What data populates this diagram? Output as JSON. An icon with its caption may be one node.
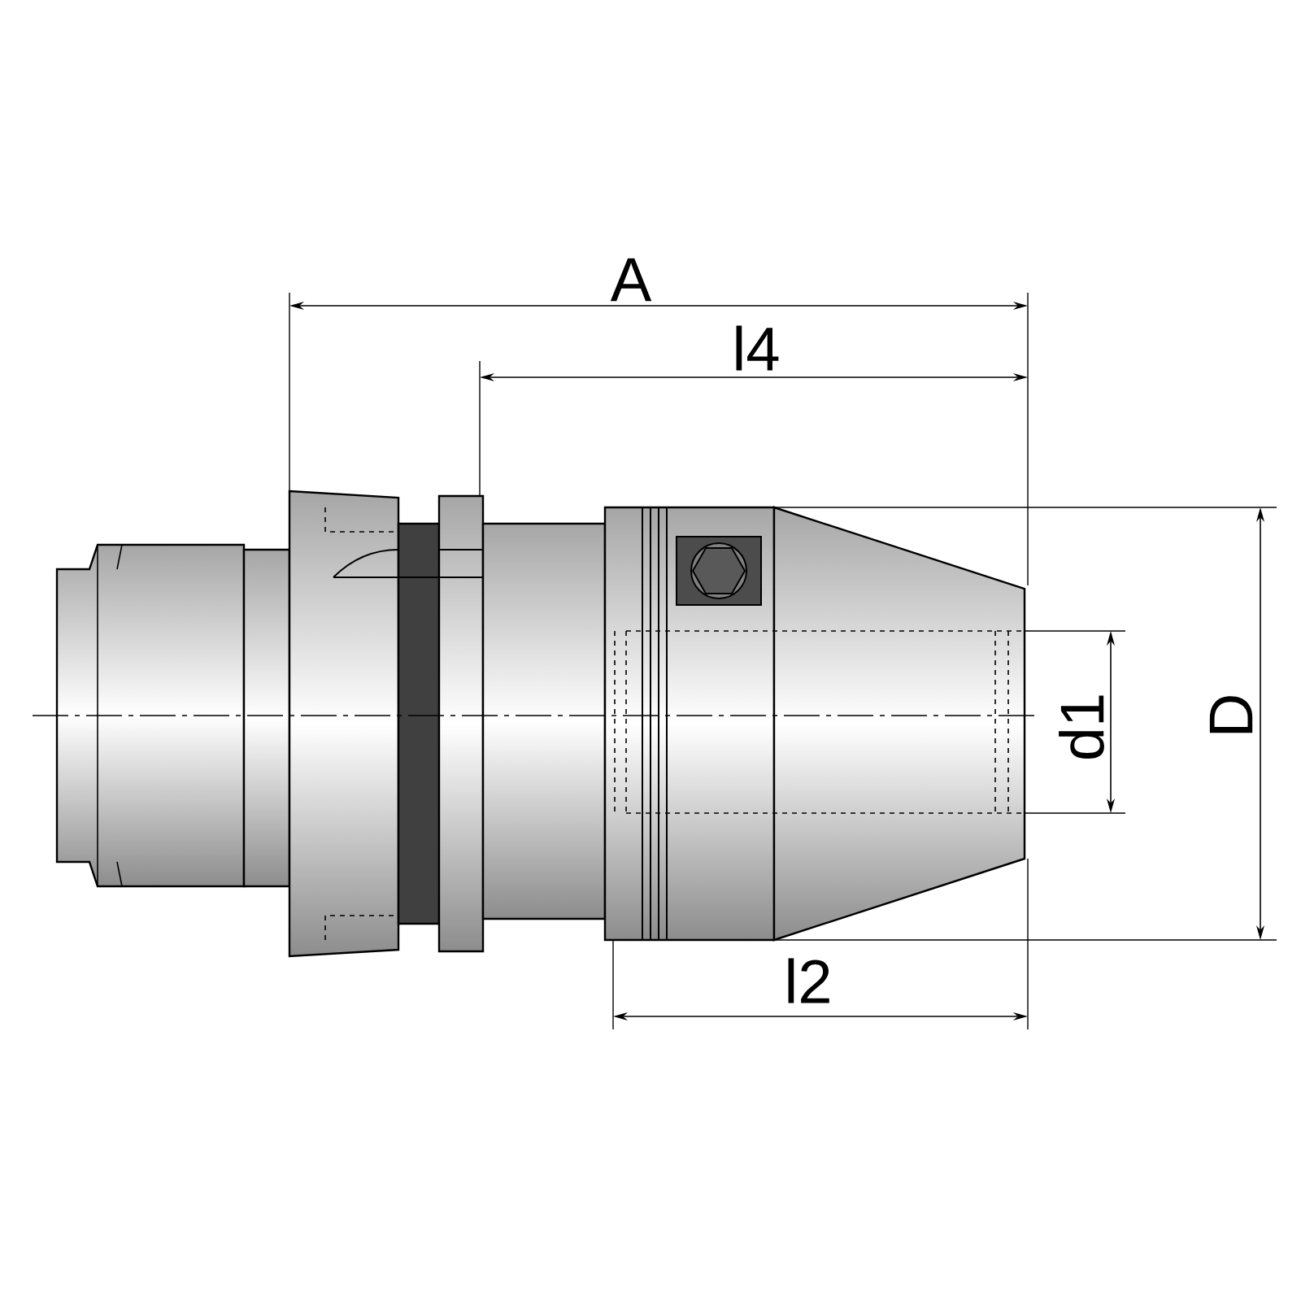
{
  "diagram": {
    "labels": [
      "A",
      "l4",
      "d1",
      "D",
      "l2"
    ]
  }
}
